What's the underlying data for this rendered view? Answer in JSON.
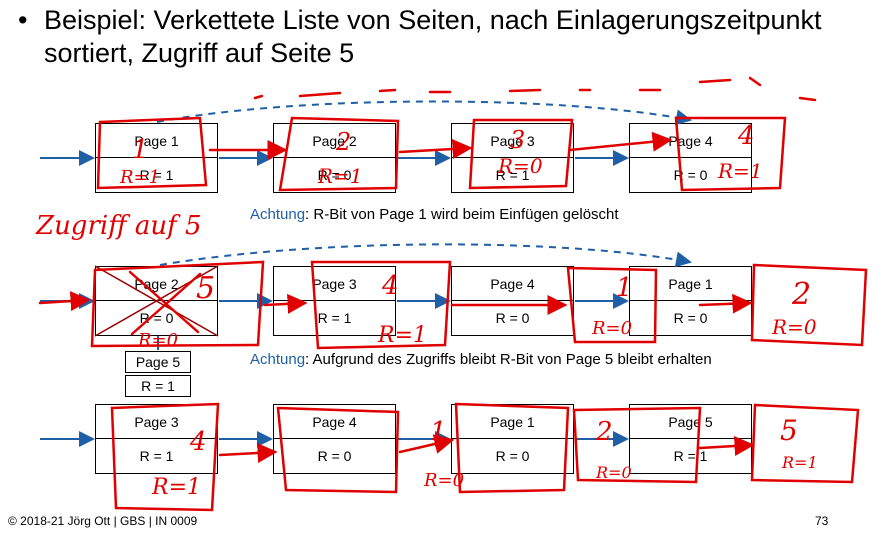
{
  "heading": {
    "bullet": "•",
    "text": "Beispiel: Verkettete Liste von Seiten, nach Einlagerungszeitpunkt sortiert, Zugriff auf Seite 5"
  },
  "row1": [
    {
      "page": "Page 1",
      "r": "R = 1"
    },
    {
      "page": "Page 2",
      "r": "R = 0"
    },
    {
      "page": "Page 3",
      "r": "R = 1"
    },
    {
      "page": "Page 4",
      "r": "R = 0"
    }
  ],
  "note1": {
    "accent": "Achtung",
    "rest": ": R-Bit von Page 1 wird beim Einfügen gelöscht"
  },
  "row2": [
    {
      "page": "Page 2",
      "r": "R = 0"
    },
    {
      "page": "Page 3",
      "r": "R = 1"
    },
    {
      "page": "Page 4",
      "r": "R = 0"
    },
    {
      "page": "Page 1",
      "r": "R = 0"
    }
  ],
  "page5": {
    "page": "Page 5",
    "r": "R = 1"
  },
  "note2": {
    "accent": "Achtung",
    "rest": ": Aufgrund des Zugriffs bleibt R-Bit von Page 5 bleibt erhalten"
  },
  "row3": [
    {
      "page": "Page 3",
      "r": "R = 1"
    },
    {
      "page": "Page 4",
      "r": "R = 0"
    },
    {
      "page": "Page 1",
      "r": "R = 0"
    },
    {
      "page": "Page 5",
      "r": "R = 1"
    }
  ],
  "handwriting": {
    "zugriff": "Zugriff auf 5",
    "r1_labels": [
      "1",
      "2",
      "3",
      "4"
    ],
    "r1_rbits": [
      "R=1",
      "R=1",
      "R=0",
      "R=1"
    ],
    "r2_labels": [
      "5",
      "4",
      "1",
      "2"
    ],
    "r2_rbits": [
      "R=0",
      "R=1",
      "R=0",
      "R=0"
    ],
    "r3_labels": [
      "4",
      "1",
      "2",
      "5"
    ],
    "r3_rbits": [
      "R=1",
      "R=0",
      "R=0",
      "R=1"
    ]
  },
  "footer": "© 2018-21 Jörg Ott | GBS | IN 0009",
  "page_number": "73",
  "colors": {
    "accent": "#1f5fa6",
    "ink": "#e00000",
    "arrow": "#1f5fa6"
  }
}
